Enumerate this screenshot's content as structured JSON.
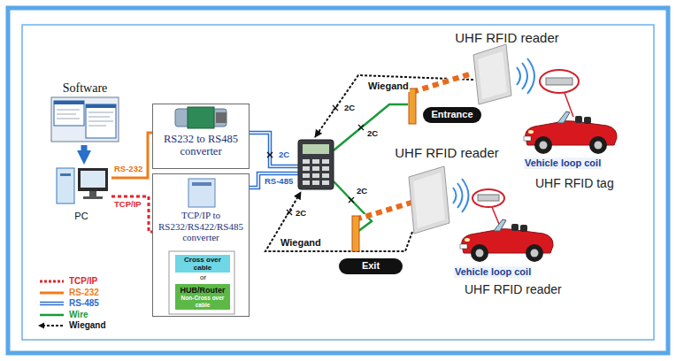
{
  "diagram": {
    "nodes": [
      {
        "text": [
          "Software"
        ]
      },
      {
        "text": [
          "PC"
        ]
      },
      {
        "text": [
          "RS232 to RS485 converter"
        ]
      },
      {
        "text": [
          "TCP/IP to RS232/RS422/RS485 converter"
        ]
      },
      {
        "text": [
          "Cross over cable"
        ],
        "in": 3
      },
      {
        "text": [
          "HUB/Router",
          "Non-Cross over cable"
        ],
        "in": 3
      },
      {
        "text": [
          "Entrance"
        ]
      },
      {
        "text": [
          "UHF RFID reader"
        ]
      },
      {
        "text": [
          "Exit"
        ]
      },
      {
        "text": [
          "UHF RFID reader"
        ]
      }
    ],
    "edges": [
      {
        "from": 0,
        "to": 1,
        "arrow": "to"
      },
      {
        "from": 1,
        "to": 2,
        "label": "RS-232",
        "arrow": "none"
      },
      {
        "from": 1,
        "to": 3,
        "label": "TCP/IP",
        "arrow": "none"
      }
    ],
    "labels": [
      "or",
      "RS-485",
      "2C",
      "2C",
      "2C",
      "2C",
      "2C",
      "Wiegand",
      "Wiegand",
      "Vehicle loop coil",
      "UHF RFID tag",
      "Vehicle loop coil",
      "UHF RFID reader"
    ],
    "legend": [
      {
        "text": "TCP/IP"
      },
      {
        "text": "RS-232"
      },
      {
        "text": "RS-485"
      },
      {
        "text": "Wire"
      },
      {
        "text": "Wiegand"
      }
    ]
  }
}
